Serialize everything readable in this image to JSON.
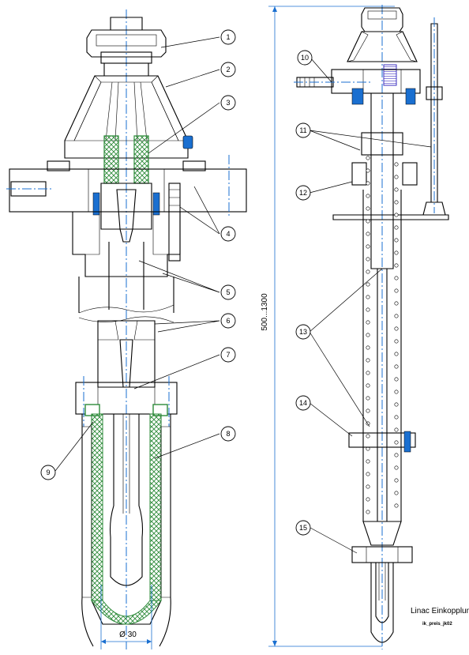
{
  "callouts": [
    "1",
    "2",
    "3",
    "4",
    "5",
    "6",
    "7",
    "8",
    "9",
    "10",
    "11",
    "12",
    "13",
    "14",
    "15"
  ],
  "dimension_diameter": "Ø 30",
  "dimension_length": "500...1300",
  "title": "Linac Einkopplung",
  "subtitle": "ik_preis_jk02",
  "colors": {
    "centerline": "#1a6fd0",
    "insulator": "#2e8b3a",
    "seal": "#3b2fbf",
    "line": "#000000"
  }
}
